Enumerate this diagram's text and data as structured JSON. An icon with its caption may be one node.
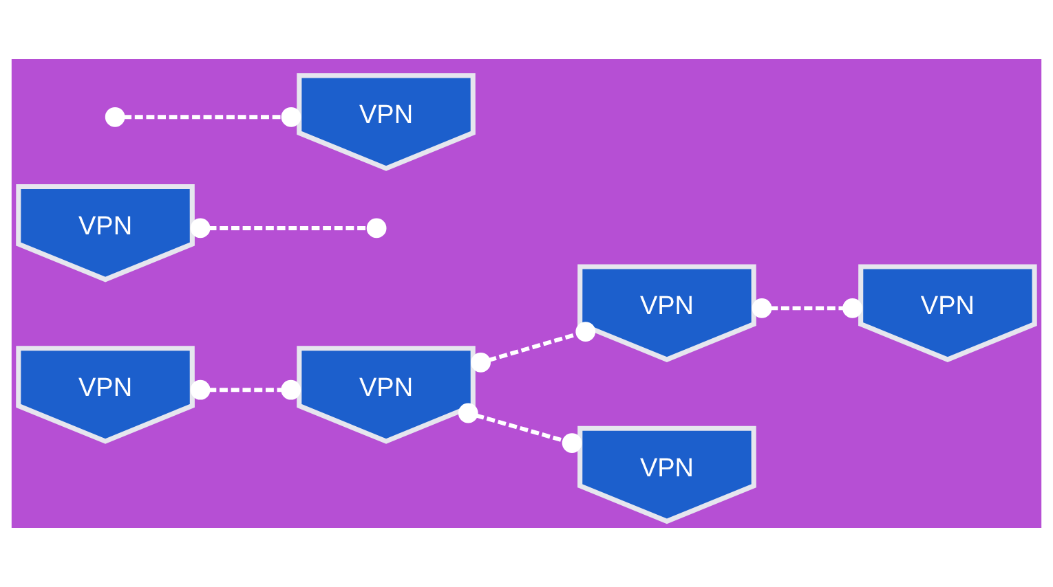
{
  "diagram": {
    "nodes": [
      {
        "text": [
          "VPN"
        ]
      },
      {
        "text": [
          "VPN"
        ]
      },
      {
        "text": [
          "VPN"
        ]
      },
      {
        "text": [
          "VPN"
        ]
      },
      {
        "text": [
          "VPN"
        ]
      },
      {
        "text": [
          "VPN"
        ]
      },
      {
        "text": [
          "VPN"
        ]
      }
    ],
    "edges": [
      {
        "from": 0,
        "to": 1,
        "arrow": "other",
        "style": "dashed"
      },
      {
        "from": 1,
        "to": 2,
        "arrow": "other",
        "style": "dashed"
      },
      {
        "from": 1,
        "to": 3,
        "arrow": "other",
        "style": "dashed"
      },
      {
        "from": 2,
        "to": 6,
        "arrow": "other",
        "style": "dashed"
      },
      {
        "from": 4,
        "to": null,
        "arrow": "other",
        "style": "dashed"
      },
      {
        "from": null,
        "to": 5,
        "arrow": "other",
        "style": "dashed"
      }
    ]
  }
}
